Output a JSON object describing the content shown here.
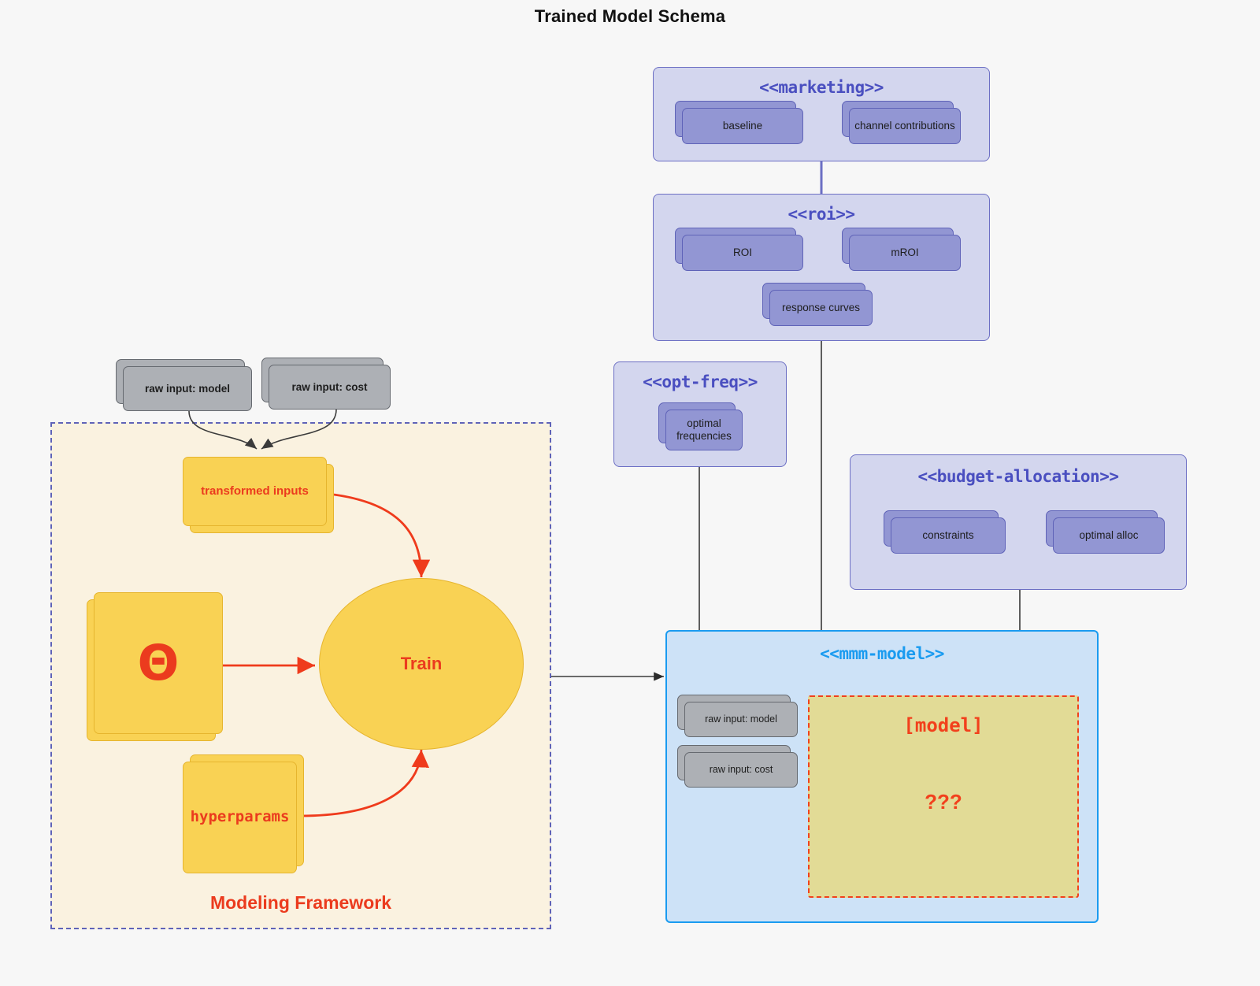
{
  "title": "Trained Model Schema",
  "colors": {
    "background": "#f7f7f7",
    "package_fill": "#d3d6ee",
    "package_stroke": "#6c6fc4",
    "package_title": "#4a4fc0",
    "node_lavender_fill": "#9296d3",
    "node_lavender_stroke": "#5f63b8",
    "node_grey_fill": "#adb0b5",
    "node_grey_stroke": "#666a70",
    "node_yellow_fill": "#f9d254",
    "node_yellow_stroke": "#e6b52e",
    "accent_red": "#eb3b1e",
    "framework_fill": "#faf2e0",
    "framework_stroke": "#5f63b8",
    "mmm_fill": "#cde2f7",
    "mmm_stroke": "#1a9bf0",
    "note_fill": "#e2db96",
    "note_stroke": "#f2401c",
    "edge_dark": "#4d4d4d"
  },
  "packages": {
    "marketing": {
      "title": "<<marketing>>",
      "nodes": [
        {
          "label": "baseline"
        },
        {
          "label": "channel contributions"
        }
      ]
    },
    "roi": {
      "title": "<<roi>>",
      "nodes": [
        {
          "label": "ROI"
        },
        {
          "label": "mROI"
        },
        {
          "label": "response curves"
        }
      ]
    },
    "opt_freq": {
      "title": "<<opt-freq>>",
      "nodes": [
        {
          "label": "optimal\nfrequencies",
          "line1": "optimal",
          "line2": "frequencies"
        }
      ]
    },
    "budget_allocation": {
      "title": "<<budget-allocation>>",
      "nodes": [
        {
          "label": "constraints"
        },
        {
          "label": "optimal alloc"
        }
      ]
    },
    "mmm_model": {
      "title": "<<mmm-model>>",
      "nodes": [
        {
          "label": "raw input: model"
        },
        {
          "label": "raw input: cost"
        }
      ],
      "note": {
        "title": "[model]",
        "body": "???"
      }
    }
  },
  "framework": {
    "label": "Modeling Framework",
    "inputs": [
      {
        "label": "raw input: model"
      },
      {
        "label": "raw input: cost"
      }
    ],
    "transformed": {
      "label": "transformed inputs"
    },
    "theta": {
      "label": "Θ"
    },
    "hyperparams": {
      "label": "hyperparams"
    },
    "train": {
      "label": "Train"
    }
  }
}
